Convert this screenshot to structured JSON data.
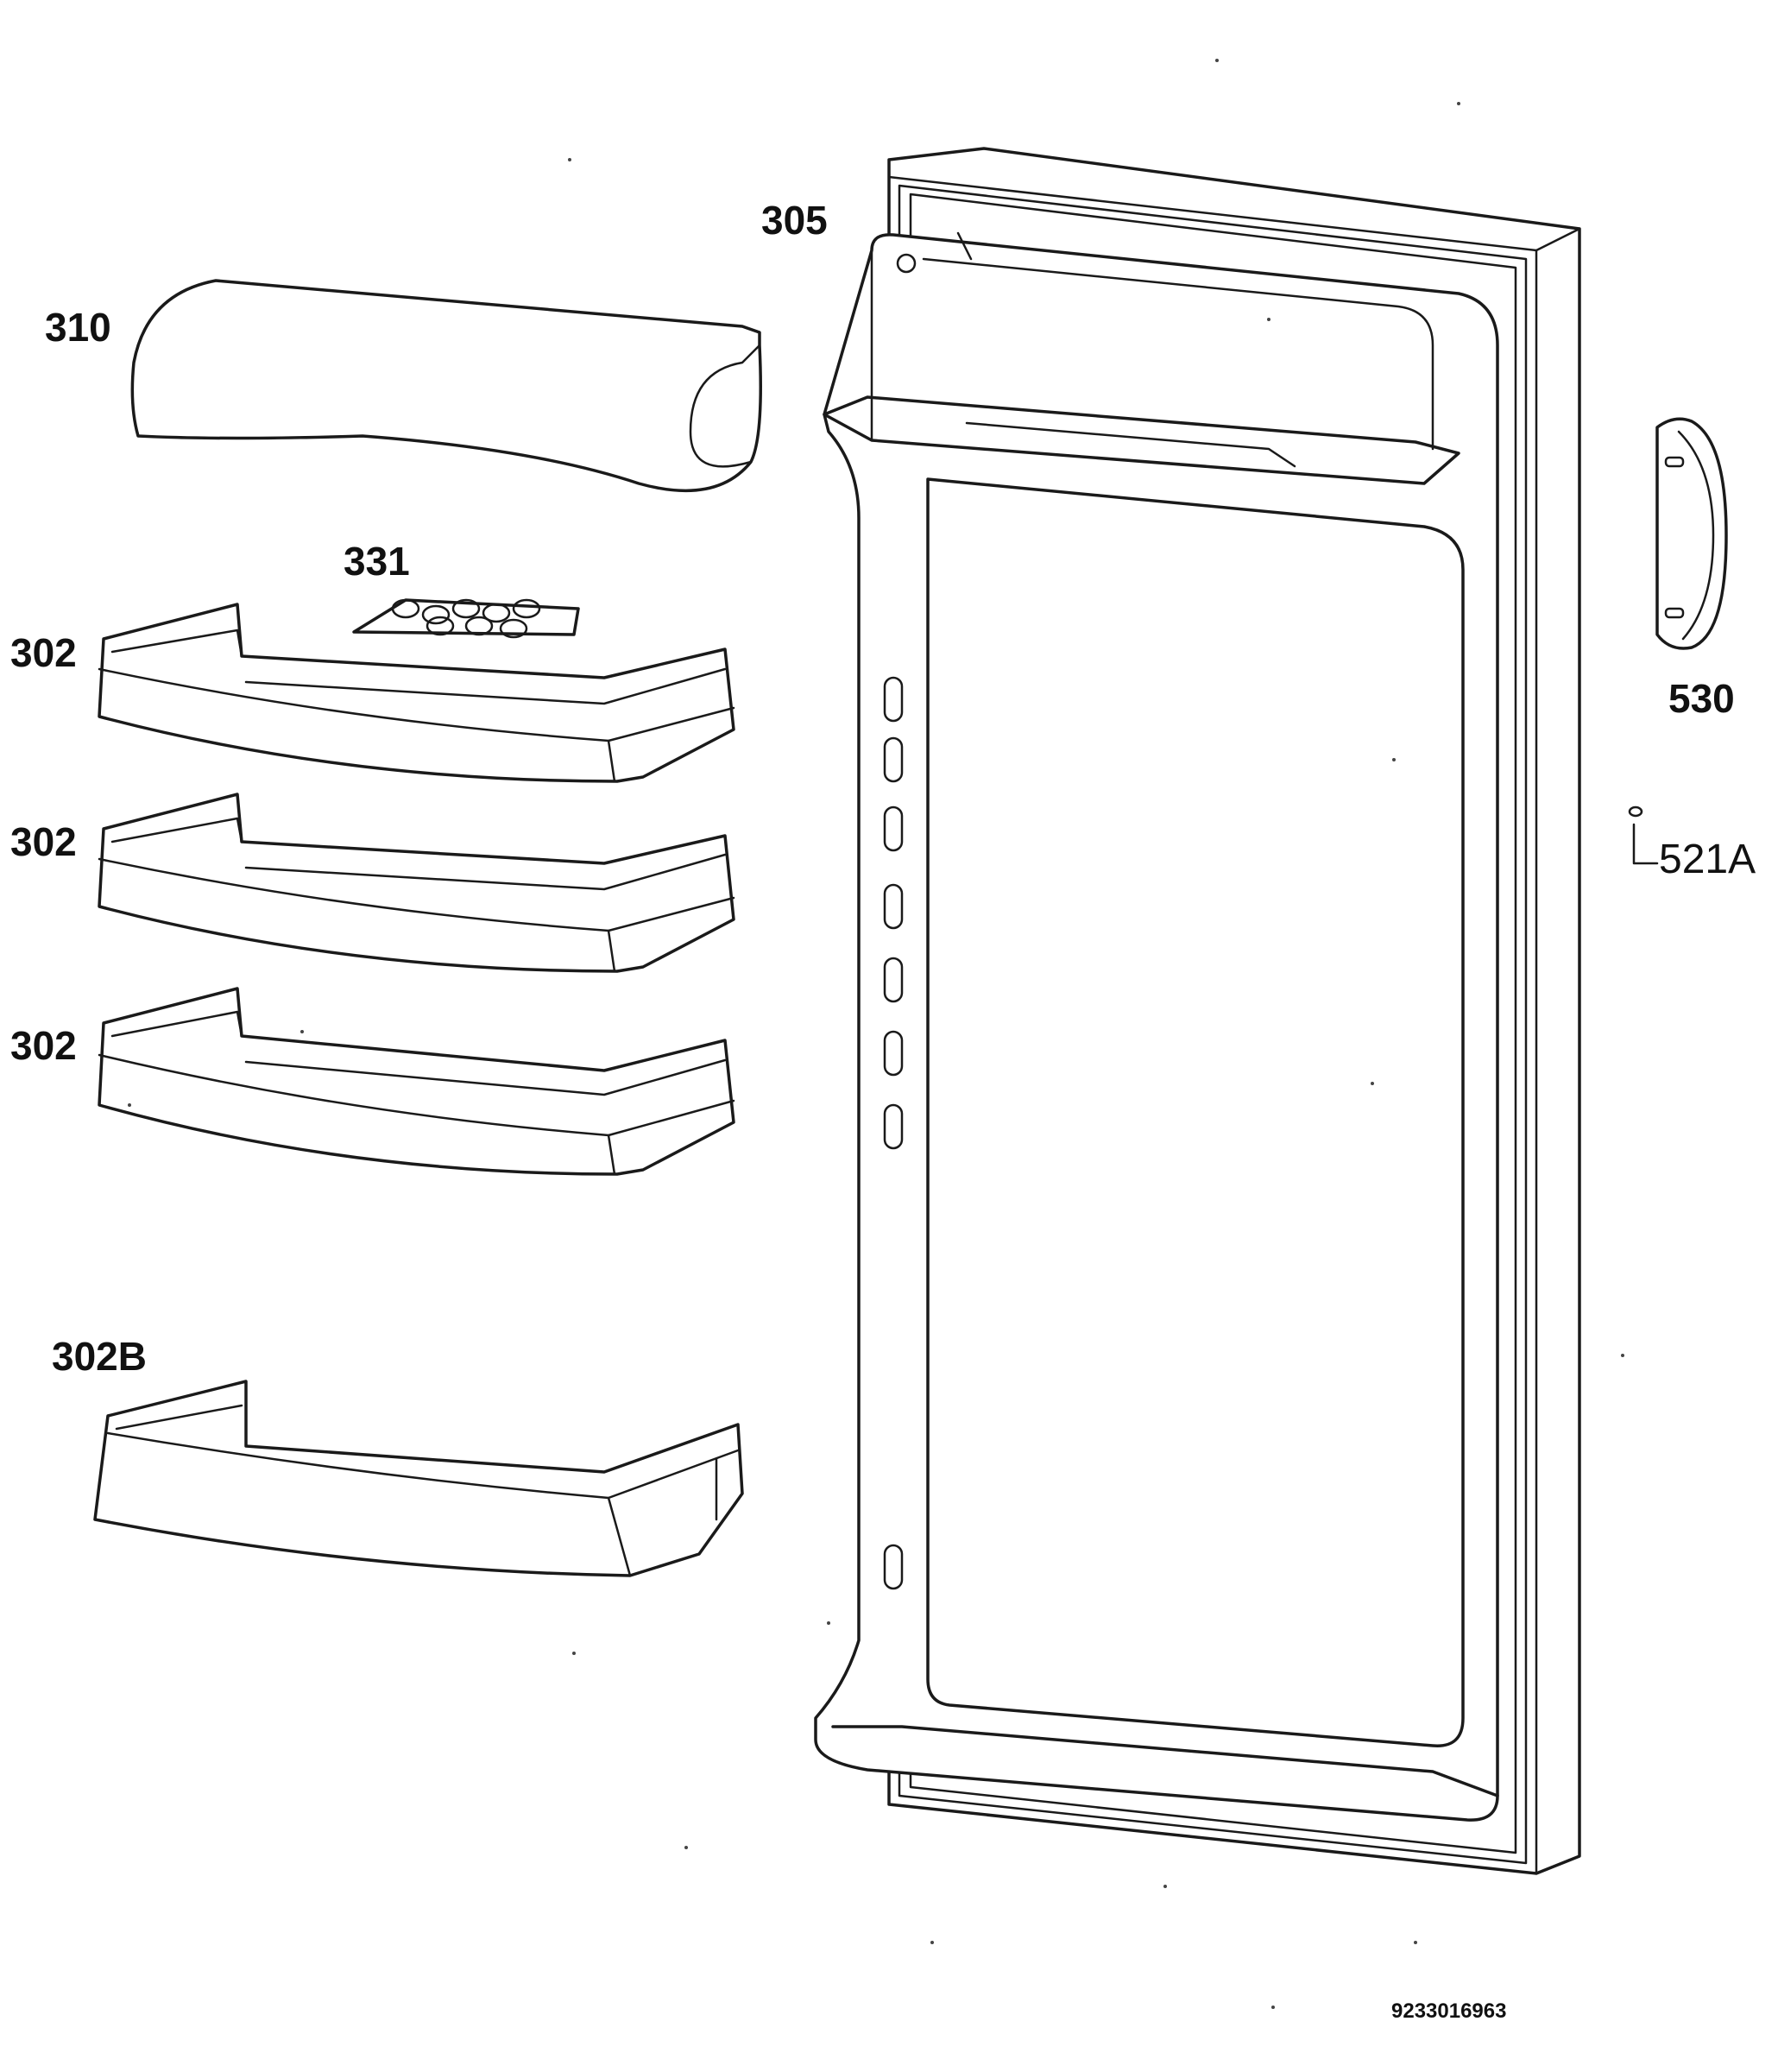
{
  "labels": {
    "p305": "305",
    "p310": "310",
    "p331": "331",
    "p302_a": "302",
    "p302_b": "302",
    "p302_c": "302",
    "p302B": "302B",
    "p530": "530",
    "p521A": "521A"
  },
  "doc_number": "9233016963",
  "colors": {
    "line": "#1a1a1a",
    "background": "#ffffff"
  }
}
